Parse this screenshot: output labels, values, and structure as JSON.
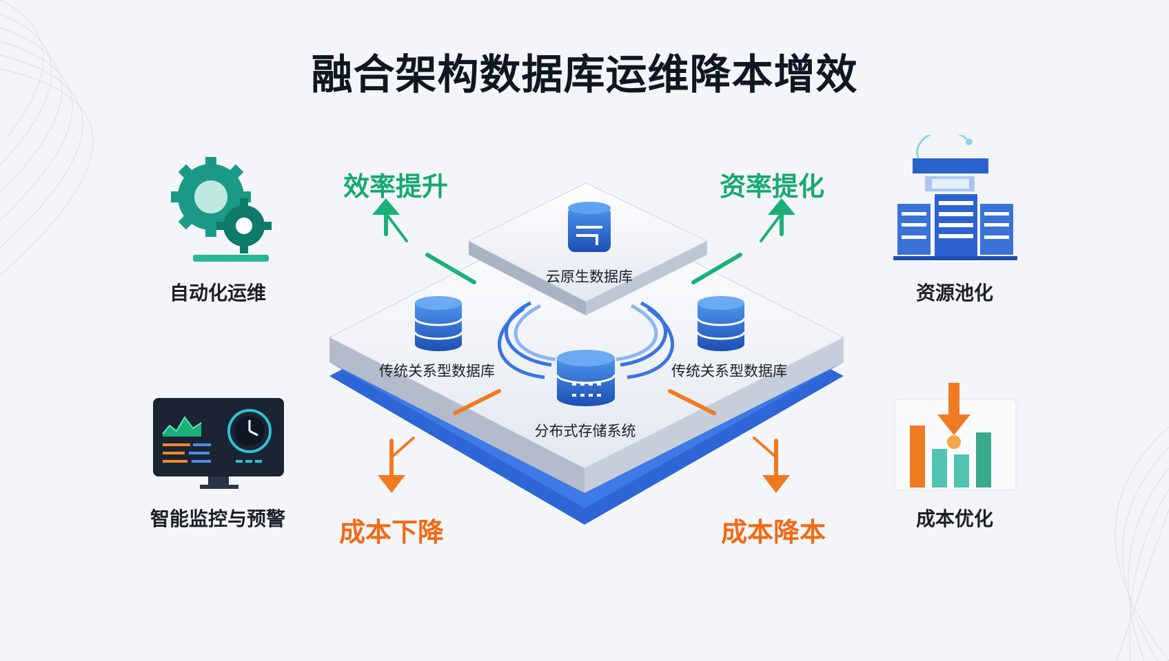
{
  "title": "融合架构数据库运维降本增效",
  "features": {
    "automation": "自动化运维",
    "monitoring": "智能监控与预警",
    "pooling": "资源池化",
    "cost_opt": "成本优化"
  },
  "arrows": {
    "efficiency": "效率提升",
    "resource": "资率提化",
    "cost_down": "成本下降",
    "cost_reduce": "成本降本"
  },
  "platform": {
    "cloud_db": "云原生数据库",
    "rel_db_left": "传统关系型数据库",
    "rel_db_right": "传统关系型数据库",
    "dist_storage": "分布式存储系统"
  },
  "colors": {
    "green": "#18a873",
    "orange": "#f06a16",
    "blue": "#2f6fd8",
    "dark": "#0f1722"
  }
}
